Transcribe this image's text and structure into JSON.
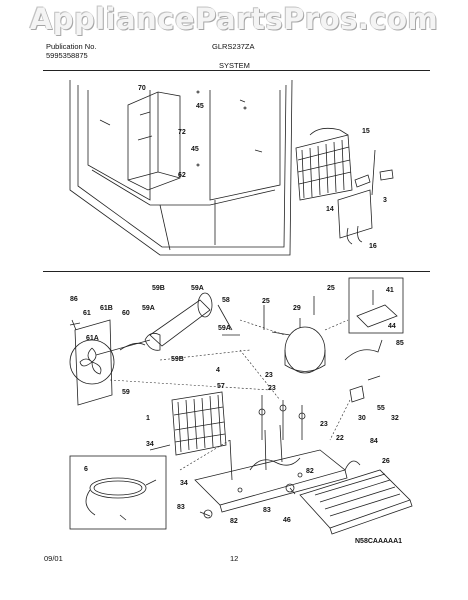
{
  "watermark": "AppliancePartsPros.com",
  "header": {
    "publication_label": "Publication No.",
    "publication_number": "5995358875",
    "model": "GLRS237ZA",
    "section": "SYSTEM"
  },
  "figure_code": "N58CAAAAA1",
  "footer": {
    "date": "09/01",
    "page": "12"
  },
  "callouts": {
    "top": [
      "70",
      "45",
      "72",
      "45",
      "62",
      "15",
      "14",
      "3",
      "16"
    ],
    "bottom": [
      "86",
      "59B",
      "59A",
      "58",
      "61",
      "61B",
      "60",
      "59A",
      "61A",
      "59A",
      "59B",
      "59",
      "25",
      "29",
      "25",
      "41",
      "44",
      "85",
      "4",
      "57",
      "23",
      "23",
      "23",
      "1",
      "34",
      "34",
      "22",
      "84",
      "55",
      "32",
      "30",
      "82",
      "26",
      "6",
      "83",
      "82",
      "83",
      "46"
    ]
  }
}
